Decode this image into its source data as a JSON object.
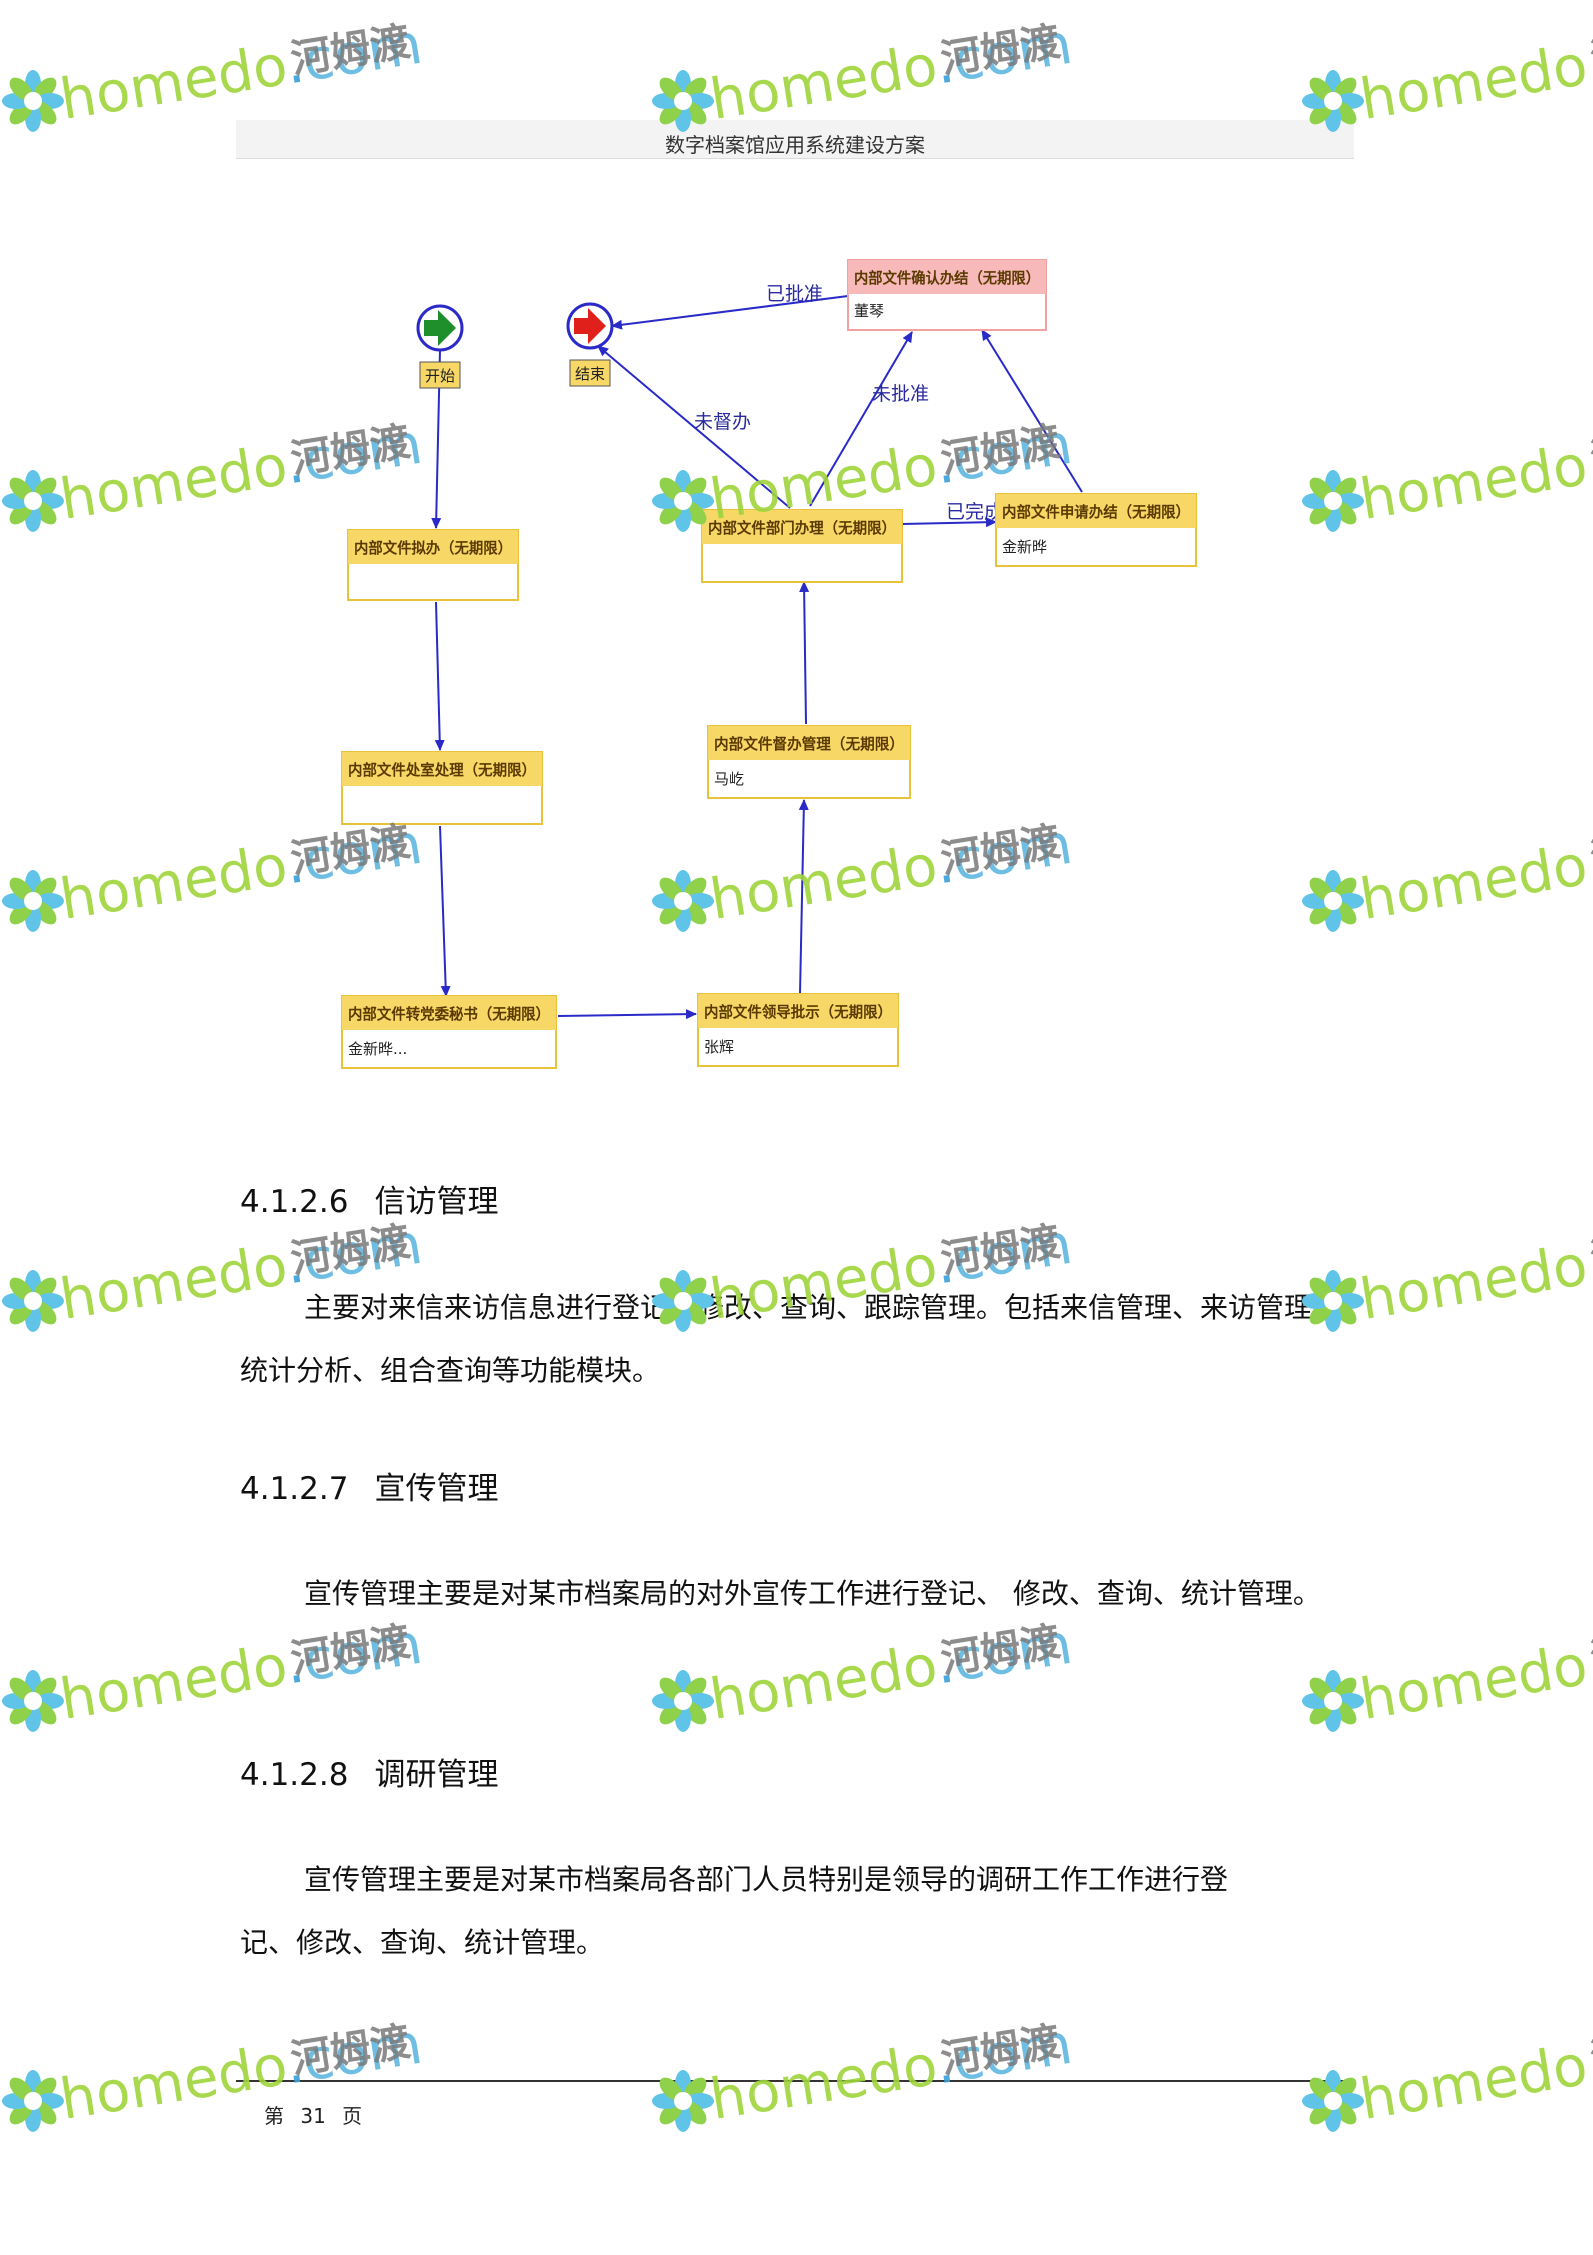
{
  "header": {
    "title": "数字档案馆应用系统建设方案"
  },
  "flowchart": {
    "start_label": "开始",
    "end_label": "结束",
    "nodes": {
      "confirm": {
        "title": "内部文件确认办结（无期限）",
        "body": "董琴"
      },
      "intake": {
        "title": "内部文件拟办（无期限）",
        "body": ""
      },
      "dept": {
        "title": "内部文件部门办理（无期限）",
        "body": ""
      },
      "apply": {
        "title": "内部文件申请办结（无期限）",
        "body": "金新晔"
      },
      "office": {
        "title": "内部文件处室处理（无期限）",
        "body": ""
      },
      "supervise": {
        "title": "内部文件督办管理（无期限）",
        "body": "马屹"
      },
      "secretary": {
        "title": "内部文件转党委秘书（无期限）",
        "body": "金新晔..."
      },
      "leader": {
        "title": "内部文件领导批示（无期限）",
        "body": "张辉"
      }
    },
    "edge_labels": {
      "approved": "已批准",
      "not_approved": "未批准",
      "not_supervised": "未督办",
      "completed": "已完成"
    }
  },
  "sections": [
    {
      "number": "4.1.2.6",
      "title": "信访管理",
      "paragraph": "主要对来信来访信息进行登记、修改、查询、跟踪管理。包括来信管理、来访管理、统计分析、组合查询等功能模块。"
    },
    {
      "number": "4.1.2.7",
      "title": "宣传管理",
      "paragraph": "宣传管理主要是对某市档案局的对外宣传工作进行登记、 修改、查询、统计管理。"
    },
    {
      "number": "4.1.2.8",
      "title": "调研管理",
      "paragraph": "宣传管理主要是对某市档案局各部门人员特别是领导的调研工作工作进行登记、修改、查询、统计管理。"
    }
  ],
  "footer": {
    "page": "第 31 页"
  },
  "watermark": {
    "brand_a": "homedo",
    "brand_dot": ".",
    "brand_b": "com",
    "cn": "河姆渡"
  },
  "colors": {
    "node_header": "#f7d867",
    "node_border": "#e8c23a",
    "confirm_header": "#f7b9b9",
    "edge": "#2a2ac8",
    "watermark_green": "#9ed43a"
  }
}
